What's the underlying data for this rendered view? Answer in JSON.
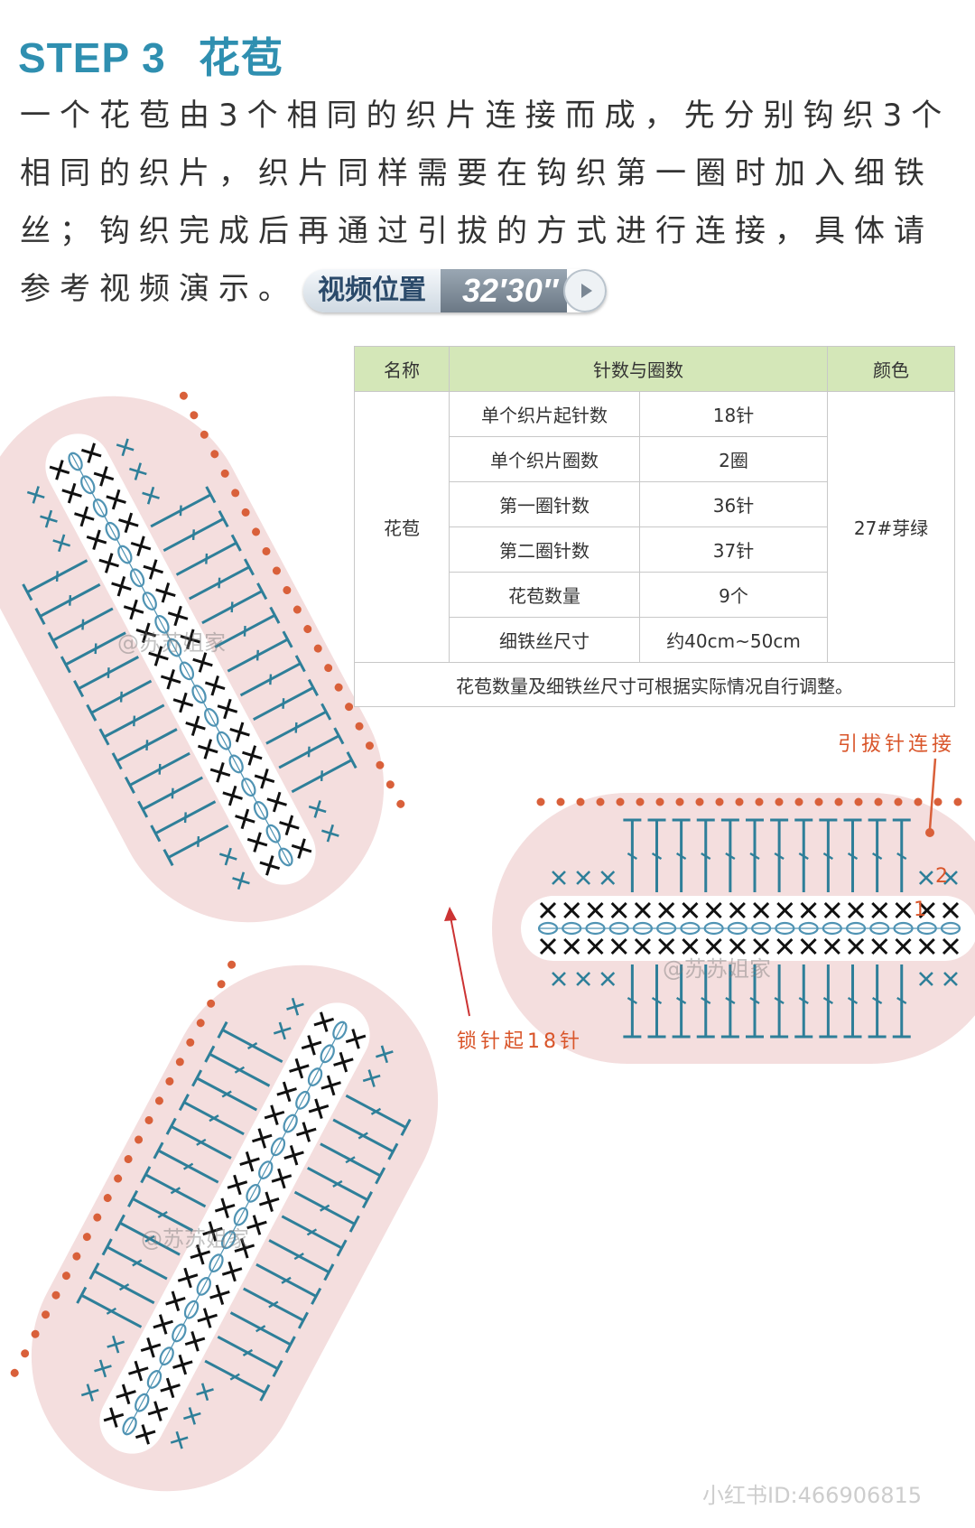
{
  "header": {
    "step_label": "STEP 3",
    "step_name": "花苞",
    "intro_text": "一个花苞由3个相同的织片连接而成，先分别钩织3个相同的织片，织片同样需要在钩织第一圈时加入细铁丝；钩织完成后再通过引拔的方式进行连接，具体请参考视频演示。",
    "video_label": "视频位置",
    "video_time": "32′30″"
  },
  "table": {
    "headers": [
      "名称",
      "针数与圈数",
      "颜色"
    ],
    "name": "花苞",
    "color": "27#芽绿",
    "rows": [
      {
        "item": "单个织片起针数",
        "value": "18针"
      },
      {
        "item": "单个织片圈数",
        "value": "2圈"
      },
      {
        "item": "第一圈针数",
        "value": "36针"
      },
      {
        "item": "第二圈针数",
        "value": "37针"
      },
      {
        "item": "花苞数量",
        "value": "9个"
      },
      {
        "item": "细铁丝尺寸",
        "value": "约40cm~50cm"
      }
    ],
    "note": "花苞数量及细铁丝尺寸可根据实际情况自行调整。"
  },
  "diagram": {
    "label_slip_join": "引拔针连接",
    "label_chain_start": "锁针起18针",
    "round_1": "1",
    "round_2": "2",
    "colors": {
      "chain": "#4f93b3",
      "stitch": "#2e7f99",
      "single": "#111111",
      "dots": "#d9603a",
      "petal": "#f4dede",
      "inner": "#ffffff"
    }
  },
  "watermarks": {
    "author_tag": "@苏苏姐家",
    "id_text": "小红书ID:466906815"
  }
}
